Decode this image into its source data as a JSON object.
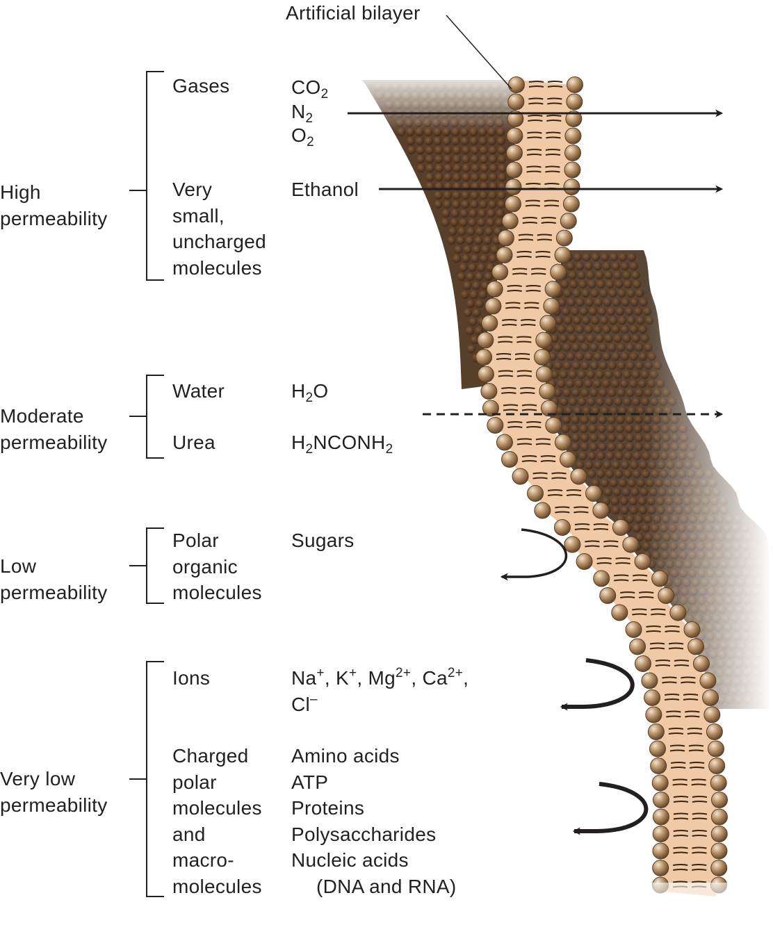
{
  "membrane_label": "Artificial bilayer",
  "groups": [
    {
      "level": [
        "High",
        "permeability"
      ],
      "categories": [
        {
          "name": [
            "Gases"
          ],
          "molecules": [
            {
              "base": "CO",
              "sub": "2"
            },
            {
              "base": "N",
              "sub": "2"
            },
            {
              "base": "O",
              "sub": "2"
            }
          ]
        },
        {
          "name": [
            "Very",
            "small,",
            "uncharged",
            "molecules"
          ],
          "molecules": [
            {
              "base": "Ethanol"
            }
          ]
        }
      ],
      "arrow": "crosses"
    },
    {
      "level": [
        "Moderate",
        "permeability"
      ],
      "categories": [
        {
          "name": [
            "Water"
          ],
          "molecules": [
            {
              "base": "H",
              "sub": "2",
              "rest": "O"
            }
          ]
        },
        {
          "name": [
            "Urea"
          ],
          "molecules": [
            {
              "base": "H",
              "sub": "2",
              "rest": "NCONH",
              "sub2": "2"
            }
          ]
        }
      ],
      "arrow": "crosses-slowly"
    },
    {
      "level": [
        "Low",
        "permeability"
      ],
      "categories": [
        {
          "name": [
            "Polar",
            "organic",
            "molecules"
          ],
          "molecules": [
            {
              "base": "Sugars"
            }
          ]
        }
      ],
      "arrow": "bounces-back"
    },
    {
      "level": [
        "Very low",
        "permeability"
      ],
      "categories": [
        {
          "name": [
            "Ions"
          ],
          "molecules": [
            {
              "base": "Na",
              "sup": "+"
            },
            {
              "base": "K",
              "sup": "+"
            },
            {
              "base": "Mg",
              "sup": "2+"
            },
            {
              "base": "Ca",
              "sup": "2+"
            },
            {
              "base": "Cl",
              "sup": "–"
            }
          ]
        },
        {
          "name": [
            "Charged",
            "polar",
            "molecules",
            "and",
            "macro-",
            "molecules"
          ],
          "molecules": [
            {
              "base": "Amino acids"
            },
            {
              "base": "ATP"
            },
            {
              "base": "Proteins"
            },
            {
              "base": "Polysaccharides"
            },
            {
              "base": "Nucleic acids"
            },
            {
              "base": "(DNA and RNA)"
            }
          ]
        }
      ],
      "arrow": "bounces-back"
    }
  ],
  "colors": {
    "text": "#231f20",
    "head_fill": "#b08a63",
    "head_shadow": "#6e5035",
    "tail_fill": "#f0c9a6",
    "membrane_dark": "#3a2412",
    "arrow": "#231f20"
  }
}
